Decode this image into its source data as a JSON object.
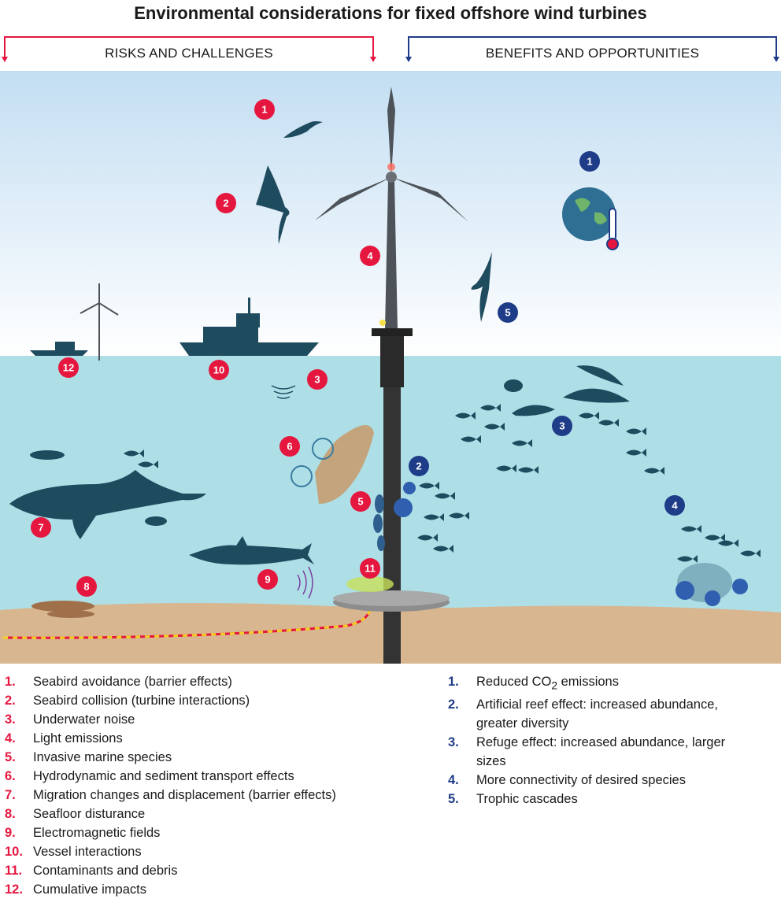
{
  "title": "Environmental considerations for fixed offshore wind turbines",
  "sections": {
    "risks": "RISKS AND CHALLENGES",
    "benefits": "BENEFITS AND OPPORTUNITIES"
  },
  "colors": {
    "risk": "#e5173f",
    "benefit": "#1f3c88",
    "silhouette": "#1f4b5f",
    "water": "#aedfe7",
    "sand": "#d8b690"
  },
  "markers": {
    "risk": [
      "1",
      "2",
      "3",
      "4",
      "5",
      "6",
      "7",
      "8",
      "9",
      "10",
      "11",
      "12"
    ],
    "benefit": [
      "1",
      "2",
      "3",
      "4",
      "5"
    ]
  },
  "risks": [
    {
      "num": "1.",
      "text": "Seabird avoidance (barrier effects)"
    },
    {
      "num": "2.",
      "text": "Seabird collision (turbine interactions)"
    },
    {
      "num": "3.",
      "text": "Underwater noise"
    },
    {
      "num": "4.",
      "text": "Light emissions"
    },
    {
      "num": "5.",
      "text": "Invasive marine species"
    },
    {
      "num": "6.",
      "text": "Hydrodynamic and sediment transport effects"
    },
    {
      "num": "7.",
      "text": "Migration changes and displacement (barrier effects)"
    },
    {
      "num": "8.",
      "text": "Seafloor disturance"
    },
    {
      "num": "9.",
      "text": "Electromagnetic fields"
    },
    {
      "num": "10.",
      "text": "Vessel interactions"
    },
    {
      "num": "11.",
      "text": "Contaminants and debris"
    },
    {
      "num": "12.",
      "text": "Cumulative impacts"
    }
  ],
  "benefits": [
    {
      "num": "1.",
      "text": "Reduced CO",
      "sub": "2",
      "after": " emissions"
    },
    {
      "num": "2.",
      "text": "Artificial reef effect: increased abundance, greater diversity"
    },
    {
      "num": "3.",
      "text": "Refuge effect: increased abundance, larger sizes"
    },
    {
      "num": "4.",
      "text": "More connectivity of desired species"
    },
    {
      "num": "5.",
      "text": "Trophic cascades"
    }
  ]
}
